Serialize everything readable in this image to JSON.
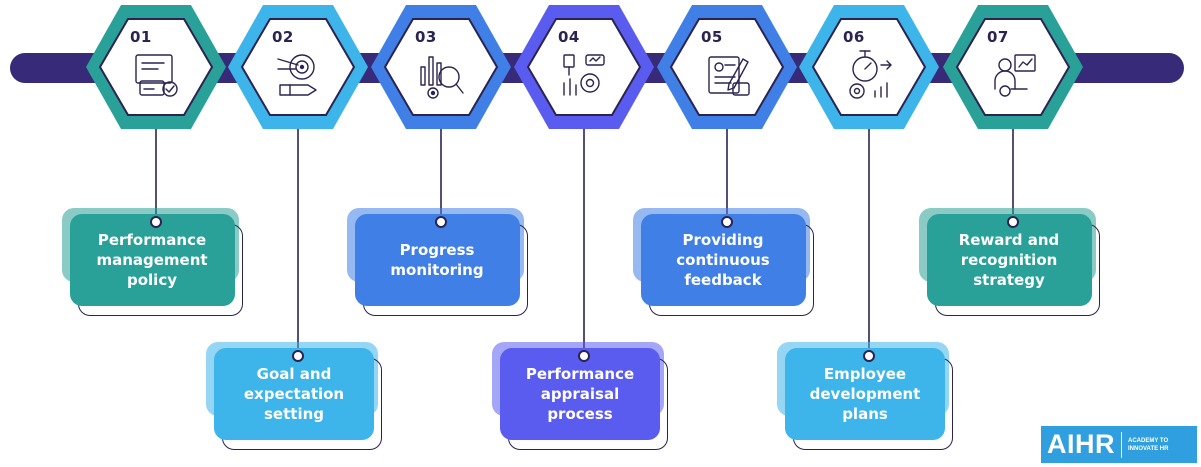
{
  "diagram": {
    "steps": [
      {
        "number": "01",
        "label": "Performance management policy",
        "icon": "policy-document-icon",
        "color": "#2aa198",
        "card_position": "top"
      },
      {
        "number": "02",
        "label": "Goal and expectation setting",
        "icon": "target-goal-icon",
        "color": "#3db4ea",
        "card_position": "bottom"
      },
      {
        "number": "03",
        "label": "Progress monitoring",
        "icon": "magnifier-chart-icon",
        "color": "#3f7fe6",
        "card_position": "top"
      },
      {
        "number": "04",
        "label": "Performance appraisal process",
        "icon": "appraisal-gears-icon",
        "color": "#5a5cf0",
        "card_position": "bottom"
      },
      {
        "number": "05",
        "label": "Providing continuous feedback",
        "icon": "feedback-pencil-icon",
        "color": "#3f7fe6",
        "card_position": "top"
      },
      {
        "number": "06",
        "label": "Employee development plans",
        "icon": "development-stopwatch-icon",
        "color": "#3db4ea",
        "card_position": "bottom"
      },
      {
        "number": "07",
        "label": "Reward and recognition strategy",
        "icon": "reward-presentation-icon",
        "color": "#2aa198",
        "card_position": "top"
      }
    ],
    "timeline_color": "#372a79",
    "outline_color": "#2b2350"
  },
  "logo": {
    "mark": "AIHR",
    "tagline": "ACADEMY TO\nINNOVATE HR",
    "color": "#2f9fe0"
  }
}
